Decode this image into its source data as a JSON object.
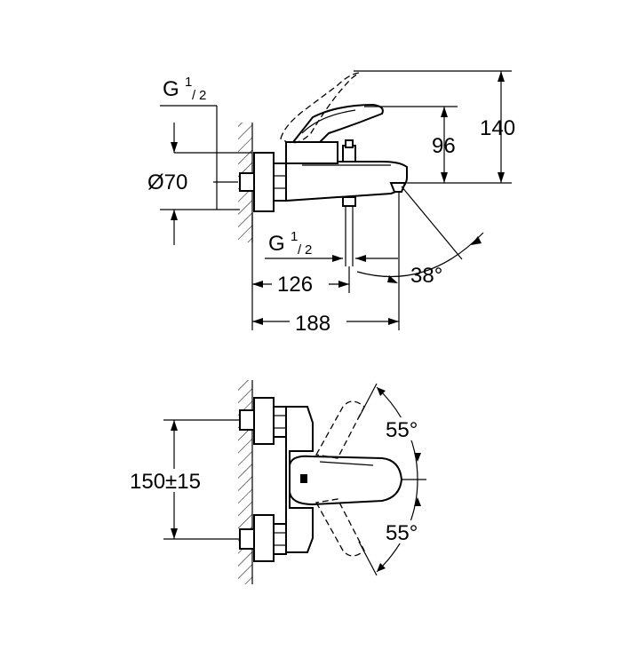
{
  "side_view": {
    "inlet_thread_top": {
      "main": "G",
      "sup": "1",
      "sub": "2"
    },
    "inlet_diameter": "Ø70",
    "outlet_thread": {
      "main": "G",
      "sup": "1",
      "sub": "2"
    },
    "dim_height_spout": "96",
    "dim_height_total": "140",
    "dim_depth_outlet": "126",
    "dim_depth_total": "188",
    "spout_angle": "38°"
  },
  "front_view": {
    "dim_center_distance": "150±15",
    "lever_angle_up": "55°",
    "lever_angle_down": "55°"
  }
}
